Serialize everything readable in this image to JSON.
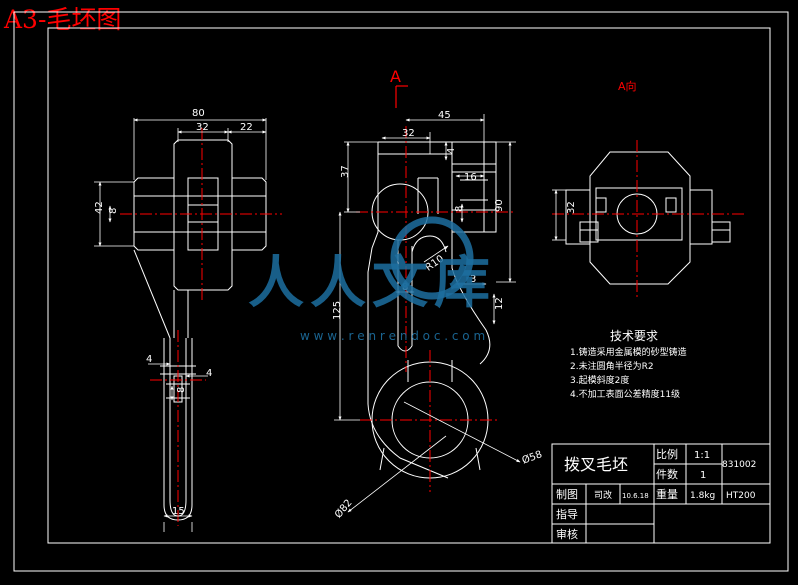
{
  "sheet_title": "A3-毛坯图",
  "section_label": "A",
  "view_label": "A向",
  "dims": {
    "d80": "80",
    "d32_left": "32",
    "d22": "22",
    "d42": "42",
    "d8_left": "8",
    "d4_a": "4",
    "d4_b": "4",
    "d8_low": "8",
    "d15": "15",
    "d45": "45",
    "d32_mid": "32",
    "d4_mid": "4",
    "d37": "37",
    "d16": "16",
    "d8_mid": "8",
    "d90": "90",
    "r10": "R10",
    "d8_rib": "8",
    "d3": "3",
    "d12": "12",
    "d125": "125",
    "dia58": "Ø58",
    "dia82": "Ø82",
    "d32_right": "32"
  },
  "watermark": {
    "brand": "人人文库",
    "url": "w w w . r e n r e n d o c . c o m"
  },
  "notes": {
    "heading": "技术要求",
    "items": [
      "1.铸造采用金属模的砂型铸造",
      "2.未注圆角半径为R2",
      "3.起模斜度2度",
      "4.不加工表面公差精度11级"
    ]
  },
  "title_block": {
    "part_name": "拨叉毛坯",
    "scale_label": "比例",
    "scale_value": "1:1",
    "qty_label": "件数",
    "qty_value": "1",
    "drawing_no": "831002",
    "draw_label": "制图",
    "drawer": "司改",
    "date": "10.6.18",
    "weight_label": "重量",
    "weight_value": "1.8kg",
    "material": "HT200",
    "guide_label": "指导",
    "review_label": "审核"
  },
  "colors": {
    "background": "#000000",
    "outline": "#ffffff",
    "centerline": "#ff0000",
    "title": "#ff0000",
    "watermark": "#1d6fa0"
  }
}
